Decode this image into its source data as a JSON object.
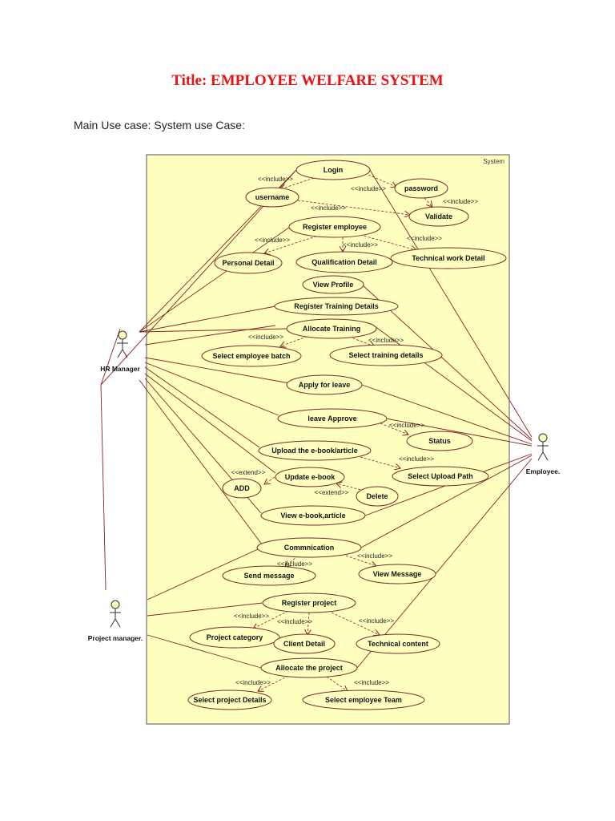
{
  "document": {
    "title": "Title: EMPLOYEE WELFARE SYSTEM",
    "subtitle": "Main Use case: System use Case:"
  },
  "diagram": {
    "boundary_label": "System",
    "colors": {
      "boundary_fill": "#ffffc0",
      "line": "#8a2222",
      "dashed": "#8a2222",
      "usecase_stroke": "#7a2a2a"
    },
    "actors": [
      {
        "id": "hr",
        "name": "HR Manager"
      },
      {
        "id": "pm",
        "name": "Project manager."
      },
      {
        "id": "emp",
        "name": "Employee."
      }
    ],
    "use_cases": [
      {
        "id": "login",
        "name": "Login"
      },
      {
        "id": "password",
        "name": "password"
      },
      {
        "id": "username",
        "name": "username"
      },
      {
        "id": "validate",
        "name": "Validate"
      },
      {
        "id": "regemp",
        "name": "Register employee"
      },
      {
        "id": "personal",
        "name": "Personal Detail"
      },
      {
        "id": "qualification",
        "name": "Qualification Detail"
      },
      {
        "id": "technicalwork",
        "name": "Technical  work Detail"
      },
      {
        "id": "viewprofile",
        "name": "View Profile"
      },
      {
        "id": "regtraining",
        "name": "Register Training Details"
      },
      {
        "id": "alloctraining",
        "name": "Allocate Training"
      },
      {
        "id": "selbatch",
        "name": "Select employee batch"
      },
      {
        "id": "seltraining",
        "name": "Select training details"
      },
      {
        "id": "applyleave",
        "name": "Apply for leave"
      },
      {
        "id": "leaveapprove",
        "name": "leave  Approve"
      },
      {
        "id": "status",
        "name": "Status"
      },
      {
        "id": "upload",
        "name": "Upload the e-book/article"
      },
      {
        "id": "selupload",
        "name": "Select Upload Path"
      },
      {
        "id": "update",
        "name": "Update  e-book"
      },
      {
        "id": "add",
        "name": "ADD"
      },
      {
        "id": "delete",
        "name": "Delete"
      },
      {
        "id": "viewebook",
        "name": "View  e-book,article"
      },
      {
        "id": "comm",
        "name": "Commnication"
      },
      {
        "id": "sendmsg",
        "name": "Send message"
      },
      {
        "id": "viewmsg",
        "name": "View Message"
      },
      {
        "id": "regproject",
        "name": "Register project"
      },
      {
        "id": "projcat",
        "name": "Project category"
      },
      {
        "id": "client",
        "name": "Client Detail"
      },
      {
        "id": "techcontent",
        "name": "Technical content"
      },
      {
        "id": "allocproject",
        "name": "Allocate the project"
      },
      {
        "id": "selprojdetails",
        "name": "Select project Details"
      },
      {
        "id": "selempteam",
        "name": "Select employee Team"
      }
    ],
    "relationship_labels": {
      "include": "<<include>>",
      "extend": "<<extend>>"
    }
  }
}
